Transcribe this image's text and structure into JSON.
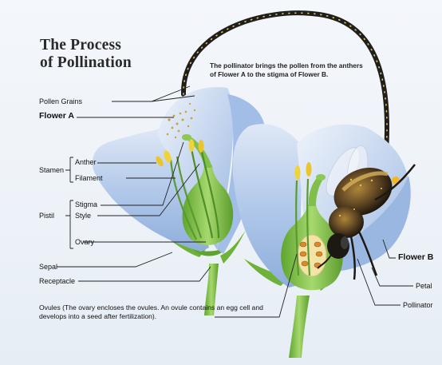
{
  "title": {
    "line1": "The Process",
    "line2": "of Pollination"
  },
  "caption": "The pollinator brings the pollen from the anthers of Flower A to the stigma of Flower B.",
  "labels": {
    "pollen_grains": "Pollen Grains",
    "flower_a": "Flower A",
    "stamen": "Stamen",
    "anther": "Anther",
    "filament": "Filament",
    "pistil": "Pistil",
    "stigma": "Stigma",
    "style": "Style",
    "ovary": "Ovary",
    "sepal": "Sepal",
    "receptacle": "Receptacle",
    "ovules": "Ovules (The ovary encloses the ovules. An ovule contains an egg cell and develops into a seed after fertilization).",
    "flower_b": "Flower B",
    "petal": "Petal",
    "pollinator": "Pollinator"
  },
  "colors": {
    "petal_blue": "#a9c3e6",
    "stem_green": "#7fbf4a",
    "anther_yellow": "#f2d23a",
    "arc_dark": "#222222"
  }
}
